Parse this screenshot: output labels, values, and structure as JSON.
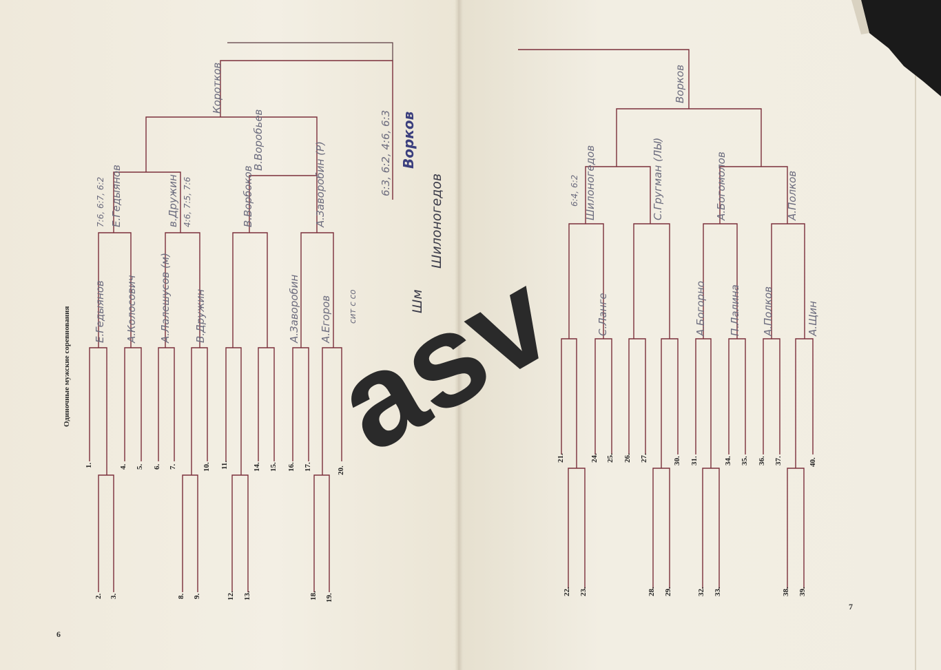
{
  "page_left": {
    "title": "Одиночные мужские соревнования",
    "page_number": "6",
    "draw_numbers": [
      "1.",
      "2.",
      "3.",
      "4.",
      "5.",
      "6.",
      "7.",
      "8.",
      "9.",
      "10.",
      "11.",
      "12.",
      "13.",
      "14.",
      "15.",
      "16.",
      "17.",
      "18.",
      "19.",
      "20."
    ],
    "handwritten": {
      "r1": [
        "Е.Гедыянов",
        "А.Колосович",
        "А.Лалешусов (м)",
        "В.Дружин",
        "В.Ворбоков",
        "А.Заворобин",
        "А.Егоров",
        "сит с со"
      ],
      "r2": [
        "Е.Гедыянов",
        "в.Дружин",
        "В.Воробьев",
        "А.Заворобин (Р)"
      ],
      "scores_r2": [
        "7:6, 6:7, 6:2",
        "4:6, 7:5, 7:6"
      ],
      "r3": [
        "Коротков"
      ],
      "final_score": "6:3, 6:2, 4:6, 6:3",
      "final_winner": "Воркoв",
      "loser_note": "Шилоногедов",
      "stamp": "Шм"
    }
  },
  "page_right": {
    "page_number": "7",
    "draw_numbers": [
      "21.",
      "22.",
      "23.",
      "24.",
      "25.",
      "26.",
      "27.",
      "28.",
      "29.",
      "30.",
      "31.",
      "32.",
      "33.",
      "34.",
      "35.",
      "36.",
      "37.",
      "38.",
      "39.",
      "40."
    ],
    "handwritten": {
      "r1": [
        "С.Ланге",
        "А.Богорно",
        "П.Лалина",
        "А.Полков",
        "А.Щин"
      ],
      "r2": [
        "Шилоногедов",
        "С.Гругман (ЛЫ)",
        "А.Богомолов",
        "А.Полков"
      ],
      "score_r2": "6:4, 6:2",
      "r3": [
        "Воркoв"
      ]
    }
  },
  "watermark": "asv",
  "colors": {
    "paper": "#f1ede2",
    "bracket_line": "#7a2e3a",
    "pencil": "#6c6c7e",
    "ink_blue": "#3b3f7e",
    "watermark": "#2a2a2a"
  }
}
